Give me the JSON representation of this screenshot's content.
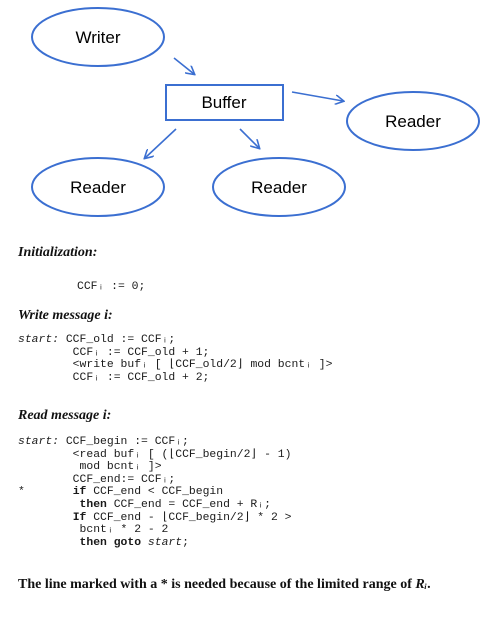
{
  "diagram": {
    "nodes": {
      "writer": "Writer",
      "buffer": "Buffer",
      "reader_right": "Reader",
      "reader_left": "Reader",
      "reader_middle": "Reader"
    },
    "edges": [
      {
        "from": "writer",
        "to": "buffer"
      },
      {
        "from": "buffer",
        "to": "reader_right"
      },
      {
        "from": "buffer",
        "to": "reader_left"
      },
      {
        "from": "buffer",
        "to": "reader_middle"
      }
    ],
    "colors": {
      "stroke": "#3b6fd1",
      "text": "#000000"
    }
  },
  "sections": {
    "init_heading": "Initialization:",
    "write_heading": "Write message i:",
    "read_heading": "Read message i:"
  },
  "code": {
    "init": [
      "CCFᵢ := 0;"
    ],
    "write": [
      {
        "label": "start:",
        "text": " CCF_old := CCFᵢ;"
      },
      {
        "label": "",
        "text": "        CCFᵢ := CCF_old + 1;"
      },
      {
        "label": "",
        "text": "        <write bufᵢ [ ⌊CCF_old/2⌋ mod bcntᵢ ]>"
      },
      {
        "label": "",
        "text": "        CCFᵢ := CCF_old + 2;"
      }
    ],
    "read": {
      "l1_label": "start:",
      "l1": " CCF_begin := CCFᵢ;",
      "l2": "        <read bufᵢ [ (⌊CCF_begin/2⌋ - 1)",
      "l3": "         mod bcntᵢ ]>",
      "l4": "        CCF_end:= CCFᵢ;",
      "l5_mark": "*",
      "l5_kw": "if",
      "l5": " CCF_end < CCF_begin",
      "l6_kw": "then",
      "l6": " CCF_end = CCF_end + Rᵢ;",
      "l7_kw": "If",
      "l7": " CCF_end - ⌊CCF_begin/2⌋ * 2 >",
      "l8": "         bcntᵢ * 2 - 2",
      "l9_kw": "then goto",
      "l9_label": "start",
      "l9_end": ";"
    }
  },
  "note": {
    "part1": "The line marked with a * is needed because of the limited range of ",
    "var": "Rᵢ",
    "part2": "."
  }
}
